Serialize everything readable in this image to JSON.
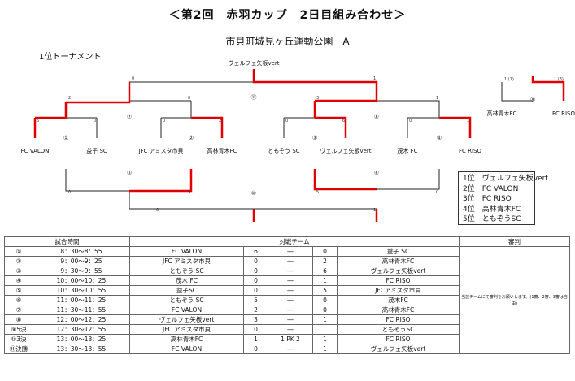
{
  "title": "＜第2回　赤羽カップ　2日目組み合わせ＞",
  "venue": "市貝町城見ヶ丘運動公園　A",
  "section": "1位トーナメント",
  "teams": {
    "top": "ヴェルフェ矢板vert",
    "t1": "FC VALON",
    "t2": "益子 SC",
    "t3": "JFC アミスタ市貝",
    "t4": "高林青木FC",
    "t5": "ともぞう SC",
    "t6": "ヴェルフェ矢板vert",
    "t7": "茂木 FC",
    "t8": "FC RISO",
    "side_a": "高林青木FC",
    "side_b": "FC RISO"
  },
  "scores": {
    "final": [
      "0",
      "1"
    ],
    "sf_left": [
      "2",
      "0"
    ],
    "sf_right": [
      "3",
      "1"
    ],
    "m1": [
      "6",
      "0"
    ],
    "m2": [
      "0",
      "2"
    ],
    "m3": [
      "0",
      "6"
    ],
    "m4": [
      "0",
      "1"
    ],
    "m5": [
      "0",
      "5"
    ],
    "m6": [
      "5",
      "0"
    ],
    "third": [
      "0",
      "1"
    ],
    "side": [
      "1 (1)",
      "1 (3)"
    ]
  },
  "match_labels": {
    "m1": "①",
    "m2": "②",
    "m3": "③",
    "m4": "④",
    "m5": "⑤",
    "m6": "⑥",
    "m7": "⑦",
    "m8": "⑧",
    "m9": "⑨",
    "m10": "⑩",
    "m11": "⑪"
  },
  "ranking": [
    "1位　ヴェルフェ矢板vert",
    "2位　FC VALON",
    "3位　FC RISO",
    "4位　高林青木FC",
    "5位　ともぞうSC"
  ],
  "table": {
    "headers": [
      "試合時間",
      "対戦チーム",
      "審判"
    ],
    "dash": "―",
    "rows": [
      [
        "①",
        "8：30～8：55",
        "FC VALON",
        "6",
        "",
        "0",
        "益子 SC"
      ],
      [
        "②",
        "9：00～9：25",
        "JFC アミスタ市貝",
        "0",
        "",
        "2",
        "高林青木FC"
      ],
      [
        "③",
        "9：30～9：55",
        "ともぞう SC",
        "0",
        "",
        "6",
        "ヴェルフェ矢板vert"
      ],
      [
        "④",
        "10：00～10：25",
        "茂木 FC",
        "0",
        "",
        "1",
        "FC RISO"
      ],
      [
        "⑤",
        "10：30～10：55",
        "益子SC",
        "0",
        "",
        "5",
        "JFCアミスタ市貝"
      ],
      [
        "⑥",
        "11：00～11：25",
        "ともぞう SC",
        "5",
        "",
        "0",
        "茂木FC"
      ],
      [
        "⑦",
        "11：30～11：55",
        "FC VALON",
        "2",
        "",
        "0",
        "高林青木FC"
      ],
      [
        "⑧",
        "12：00～12：25",
        "ヴェルフェ矢板vert",
        "3",
        "",
        "1",
        "FC RISO"
      ],
      [
        "⑨5決",
        "12：30～12：55",
        "JFC アミスタ市貝",
        "0",
        "",
        "1",
        "ともぞうSC"
      ],
      [
        "⑩3決",
        "13：00～13：25",
        "高林青木FC",
        "1",
        "1 PK 2",
        "1",
        "FC RISO"
      ],
      [
        "⑪決勝",
        "13：30～13：55",
        "FC VALON",
        "0",
        "",
        "1",
        "ヴェルフェ矢板vert"
      ]
    ],
    "referee_note": "当該チームにて審判をお願いします。(1審、2審、3審は自由)"
  }
}
